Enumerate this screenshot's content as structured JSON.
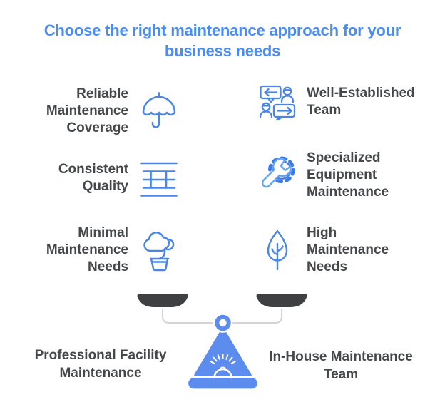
{
  "title": "Choose the right maintenance approach for your\nbusiness needs",
  "colors": {
    "title_blue": "#4a8cf5",
    "label_gray": "#45484a",
    "icon_blue": "#4a86e8",
    "gear_blue": "#3d7be8",
    "wrench_light_blue": "#66a3f5",
    "scale_body_blue": "#5b8cee",
    "pan_dark_gray": "#3e4041",
    "beam_light_gray": "#d2d5d7",
    "background": "#ffffff"
  },
  "features": {
    "left": [
      {
        "label": "Reliable\nMaintenance\nCoverage",
        "icon": "umbrella-icon"
      },
      {
        "label": "Consistent\nQuality",
        "icon": "table-lines-icon"
      },
      {
        "label": "Minimal\nMaintenance\nNeeds",
        "icon": "potted-plant-icon"
      }
    ],
    "right": [
      {
        "label": "Well-Established\nTeam",
        "icon": "team-chat-icon"
      },
      {
        "label": "Specialized\nEquipment\nMaintenance",
        "icon": "wrench-gear-icon"
      },
      {
        "label": "High\nMaintenance\nNeeds",
        "icon": "leaf-tree-icon"
      }
    ]
  },
  "scale": {
    "left_option": "Professional Facility\nMaintenance",
    "right_option": "In-House Maintenance\nTeam"
  }
}
